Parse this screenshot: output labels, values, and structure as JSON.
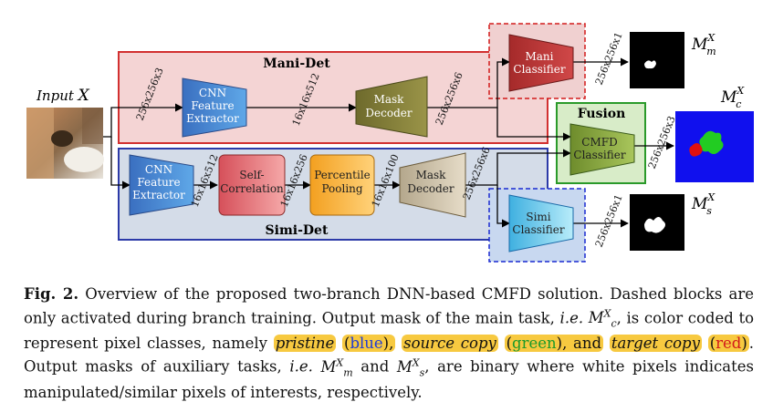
{
  "figure": {
    "input_label": "Input",
    "input_var": "X",
    "mani_det": "Mani-Det",
    "simi_det": "Simi-Det",
    "fusion": "Fusion",
    "blocks": {
      "cnn_top": [
        "CNN",
        "Feature",
        "Extractor"
      ],
      "mask_decoder_top": [
        "Mask",
        "Decoder"
      ],
      "mani_classifier": [
        "Mani",
        "Classifier"
      ],
      "cnn_bottom": [
        "CNN",
        "Feature",
        "Extractor"
      ],
      "self_correlation": [
        "Self-",
        "Correlation"
      ],
      "percentile_pooling": [
        "Percentile",
        "Pooling"
      ],
      "mask_decoder_bottom": [
        "Mask",
        "Decoder"
      ],
      "simi_classifier": [
        "Simi",
        "Classifier"
      ],
      "cmfd_classifier": [
        "CMFD",
        "Classifier"
      ]
    },
    "dims": {
      "input": "256x256x3",
      "top_feat": "16x16x512",
      "top_dec": "256x256x6",
      "mani_out": "256x256x1",
      "bot_feat": "16x16x512",
      "corr": "16x16x256",
      "pool": "16x16x100",
      "bot_dec": "256x256x6",
      "simi_out": "256x256x1",
      "cmfd_out": "256x256x3"
    },
    "outputs": {
      "mani": "M",
      "mani_sub": "m",
      "fusion": "M",
      "fusion_sub": "c",
      "simi": "M",
      "simi_sub": "s",
      "sup": "X"
    }
  },
  "caption": {
    "label": "Fig. 2.",
    "p1": "Overview of the proposed two-branch DNN-based CMFD solution. Dashed blocks are only activated during branch training. Output mask of the main task,",
    "ie1": "i.e.",
    "m1": "M",
    "m1_sub": "c",
    "m1_sup": "X",
    "p2": ", is color coded to represent pixel classes, namely",
    "pristine": "pristine",
    "blue": "blue",
    "source_copy": "source copy",
    "green": "green",
    "and": ", and",
    "target_copy": "target copy",
    "red": "red",
    "p3": ". Output masks of auxiliary tasks,",
    "ie2": "i.e.",
    "mm": "M",
    "mm_sub": "m",
    "mm_sup": "X",
    "and2": "and",
    "ms": "M",
    "ms_sub": "s",
    "ms_sup": "X",
    "p4": ", are binary where white pixels indicates manipulated/similar pixels of interests, respectively."
  }
}
